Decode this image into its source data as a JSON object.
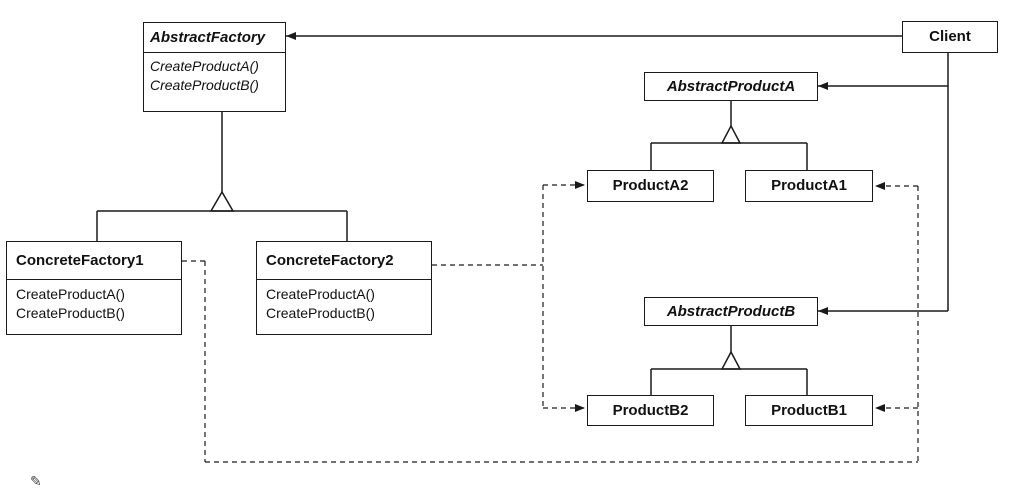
{
  "classes": {
    "abstract_factory": {
      "name": "AbstractFactory",
      "ops": [
        "CreateProductA()",
        "CreateProductB()"
      ]
    },
    "concrete_factory_1": {
      "name": "ConcreteFactory1",
      "ops": [
        "CreateProductA()",
        "CreateProductB()"
      ]
    },
    "concrete_factory_2": {
      "name": "ConcreteFactory2",
      "ops": [
        "CreateProductA()",
        "CreateProductB()"
      ]
    },
    "client": {
      "name": "Client"
    },
    "abstract_product_a": {
      "name": "AbstractProductA"
    },
    "abstract_product_b": {
      "name": "AbstractProductB"
    },
    "product_a1": {
      "name": "ProductA1"
    },
    "product_a2": {
      "name": "ProductA2"
    },
    "product_b1": {
      "name": "ProductB1"
    },
    "product_b2": {
      "name": "ProductB2"
    }
  },
  "icons": {
    "pencil": "pencil-icon"
  },
  "colors": {
    "line": "#1a1a1a",
    "background": "#ffffff"
  }
}
